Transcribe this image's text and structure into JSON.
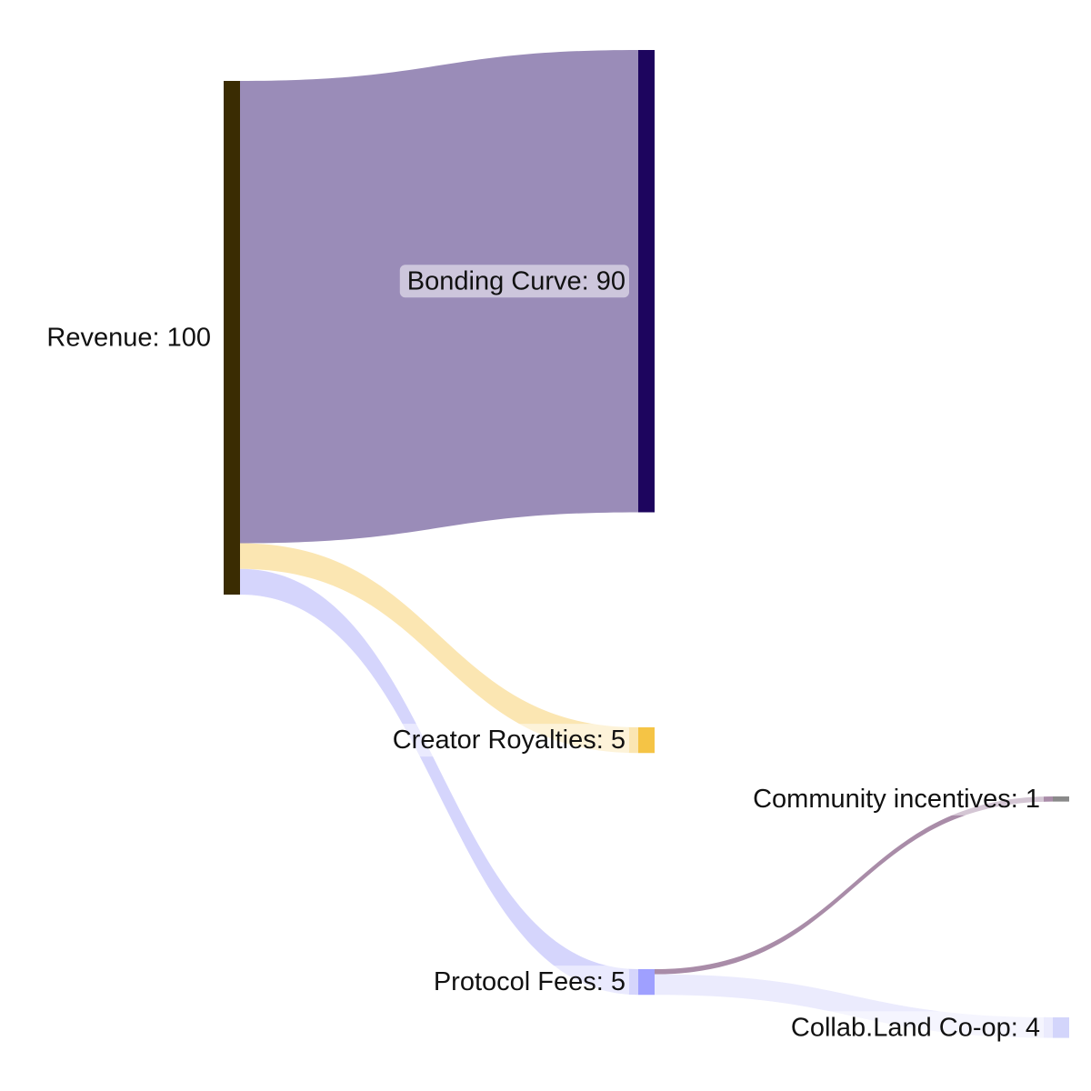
{
  "chart_data": {
    "type": "sankey",
    "title": "",
    "nodes": [
      {
        "id": "revenue",
        "label": "Revenue: 100",
        "name": "Revenue",
        "value": 100,
        "color": "#3a2c02"
      },
      {
        "id": "bonding",
        "label": "Bonding Curve: 90",
        "name": "Bonding Curve",
        "value": 90,
        "color": "#1d055e"
      },
      {
        "id": "royalties",
        "label": "Creator Royalties: 5",
        "name": "Creator Royalties",
        "value": 5,
        "color": "#f5c445"
      },
      {
        "id": "protocol",
        "label": "Protocol Fees: 5",
        "name": "Protocol Fees",
        "value": 5,
        "color": "#9fa0ff"
      },
      {
        "id": "community",
        "label": "Community incentives: 1",
        "name": "Community incentives",
        "value": 1,
        "color": "#8a8a8a"
      },
      {
        "id": "collab",
        "label": "Collab.Land Co-op: 4",
        "name": "Collab.Land Co-op",
        "value": 4,
        "color": "#d3d5fb"
      }
    ],
    "links": [
      {
        "source": "revenue",
        "target": "bonding",
        "value": 90,
        "color": "#9a8cb8"
      },
      {
        "source": "revenue",
        "target": "royalties",
        "value": 5,
        "color": "#fbe6b2"
      },
      {
        "source": "revenue",
        "target": "protocol",
        "value": 5,
        "color": "#d5d5fc"
      },
      {
        "source": "protocol",
        "target": "community",
        "value": 1,
        "color": "#a98ca8"
      },
      {
        "source": "protocol",
        "target": "collab",
        "value": 4,
        "color": "#ebebfd"
      }
    ]
  }
}
